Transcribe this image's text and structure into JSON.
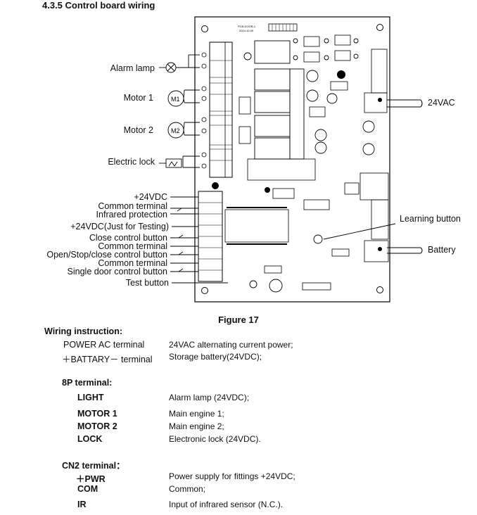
{
  "section_title": "4.3.5 Control board wiring",
  "board": {
    "pcb_code": "PCB-DOOR-1",
    "pcb_date": "2014.10.09"
  },
  "left_labels": {
    "alarm_lamp": "Alarm lamp",
    "motor1": "Motor 1",
    "motor2": "Motor 2",
    "electric_lock": "Electric lock",
    "plus24vdc": "+24VDC",
    "common1": "Common terminal",
    "infrared": "Infrared protection",
    "testing": "+24VDC(Just for Testing)",
    "close_btn": "Close control button",
    "common2": "Common terminal",
    "open_stop": "Open/Stop/close control button",
    "common3": "Common terminal",
    "single_door": "Single door control button",
    "test_button": "Test button"
  },
  "motor_symbols": {
    "m1": "M1",
    "m2": "M2"
  },
  "right_labels": {
    "vac": "24VAC",
    "learning": "Learning button",
    "battery": "Battery"
  },
  "figure_caption": "Figure 17",
  "wiring": {
    "heading": "Wiring instruction:",
    "power": {
      "key": "POWER AC terminal",
      "desc": "24VAC alternating current power;"
    },
    "battery": {
      "key": "＋BATTARY－ terminal",
      "desc": "Storage battery(24VDC);"
    },
    "p8_heading": "8P terminal:",
    "p8": [
      {
        "key": "LIGHT",
        "desc": "Alarm lamp (24VDC);"
      },
      {
        "key": "MOTOR 1",
        "desc": "Main engine 1;"
      },
      {
        "key": "MOTOR 2",
        "desc": "Main engine 2;"
      },
      {
        "key": "LOCK",
        "desc": "Electronic lock (24VDC)."
      }
    ],
    "cn2_heading": "CN2 terminal：",
    "cn2": [
      {
        "key": "＋PWR",
        "desc": "Power supply for fittings +24VDC;"
      },
      {
        "key": "COM",
        "desc": "Common;"
      },
      {
        "key": "IR",
        "desc": "Input of infrared sensor (N.C.)."
      }
    ]
  }
}
